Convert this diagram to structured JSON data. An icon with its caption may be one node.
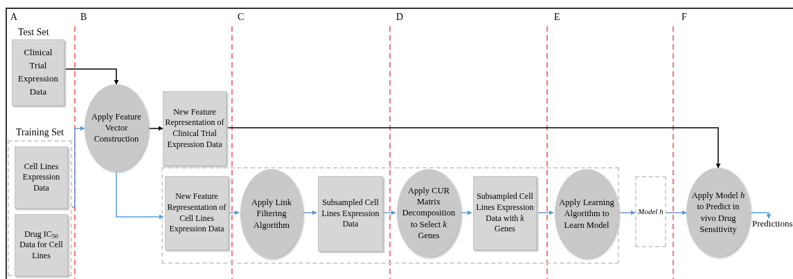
{
  "diagram": {
    "nodes": [
      {
        "text": [
          "Test Set",
          "Clinical Trial Expression Data"
        ]
      },
      {
        "text": [
          "Training Set"
        ]
      },
      {
        "text": [
          "Cell Lines Expression Data"
        ],
        "in": 1
      },
      {
        "text": [
          "Drug IC$_{50}$ Data for Cell Lines"
        ],
        "in": 1
      },
      {
        "text": [
          "Apply Feature Vector Construction"
        ]
      },
      {
        "text": [
          "New Feature Representation of Clinical Trial Expression Data"
        ]
      },
      {
        "text": [],
        "shape": "box"
      },
      {
        "text": [
          "New Feature Representation of Cell Lines Expression Data"
        ],
        "in": 6
      },
      {
        "text": [
          "Apply Link Filtering Algorithm"
        ],
        "in": 6
      },
      {
        "text": [
          "Subsampled Cell Lines Expression Data"
        ],
        "in": 6
      },
      {
        "text": [
          "Apply CUR Matrix Decomposition to Select *k* Genes"
        ],
        "in": 6
      },
      {
        "text": [
          "Subsampled Cell Lines Expression Data with *k* Genes"
        ],
        "in": 6
      },
      {
        "text": [
          "Apply Learning Algorithm to Learn Model"
        ],
        "in": 6
      },
      {
        "text": [
          "Model h"
        ]
      },
      {
        "text": [
          "Apply Model *h* to Predict in vivo Drug Sensitivity"
        ]
      },
      {
        "text": [
          "Predictions"
        ]
      }
    ],
    "edges": [
      {
        "from": 0,
        "to": 4,
        "arrow": "to",
        "color": "#000000"
      },
      {
        "from": 1,
        "to": 4,
        "arrow": "to"
      },
      {
        "from": 4,
        "to": 5,
        "arrow": "to",
        "color": "#000000"
      },
      {
        "from": 4,
        "to": 7,
        "arrow": "to"
      },
      {
        "from": 5,
        "to": 14,
        "arrow": "to",
        "color": "#000000"
      },
      {
        "from": 7,
        "to": 8,
        "arrow": "to"
      },
      {
        "from": 8,
        "to": 9,
        "arrow": "to"
      },
      {
        "from": 9,
        "to": 10,
        "arrow": "to"
      },
      {
        "from": 10,
        "to": 11,
        "arrow": "to"
      },
      {
        "from": 11,
        "to": 12,
        "arrow": "to"
      },
      {
        "from": 12,
        "to": 13,
        "arrow": "to"
      },
      {
        "from": 13,
        "to": 14,
        "arrow": "to"
      },
      {
        "from": 14,
        "to": 15,
        "arrow": "to"
      }
    ],
    "labels": [
      "A",
      "B",
      "C",
      "D",
      "E",
      "F"
    ]
  }
}
